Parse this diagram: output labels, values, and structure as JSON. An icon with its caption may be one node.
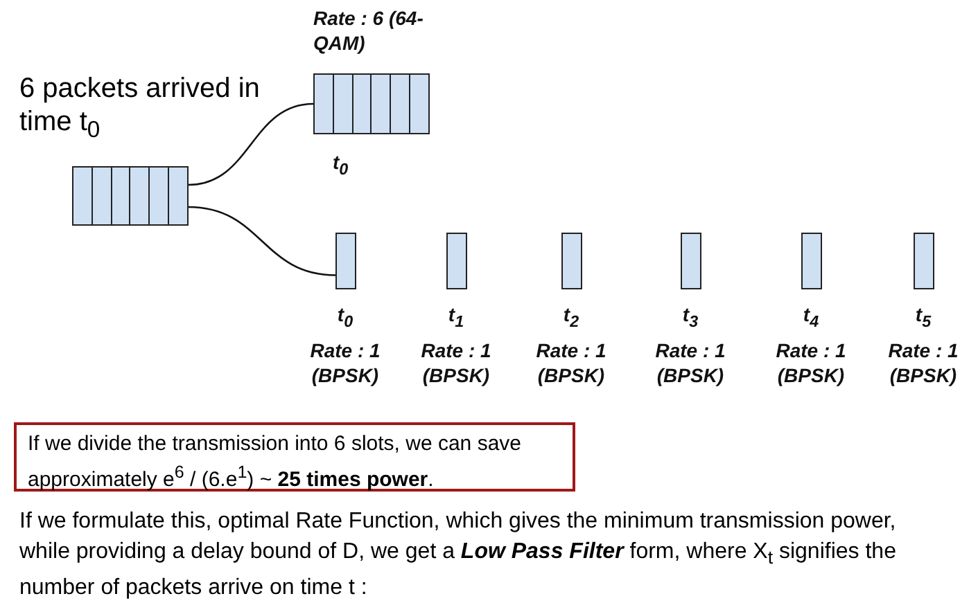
{
  "diagram": {
    "nodes": [
      {
        "text": [],
        "shape": "box",
        "beside": [
          "6 packets arrived in time t$_{0}$"
        ]
      },
      {
        "text": [],
        "shape": "box",
        "beside": [
          "Rate : 6 (64-QAM)",
          "t$_{0}$"
        ]
      },
      {
        "text": [],
        "shape": "bar",
        "beside": [
          "t$_{0}$",
          "Rate : 1 (BPSK)"
        ]
      },
      {
        "text": [],
        "shape": "bar",
        "beside": [
          "t$_{1}$",
          "Rate : 1 (BPSK)"
        ]
      },
      {
        "text": [],
        "shape": "bar",
        "beside": [
          "t$_{2}$",
          "Rate : 1 (BPSK)"
        ]
      },
      {
        "text": [],
        "shape": "bar",
        "beside": [
          "t$_{3}$",
          "Rate : 1 (BPSK)"
        ]
      },
      {
        "text": [],
        "shape": "bar",
        "beside": [
          "t$_{4}$",
          "Rate : 1 (BPSK)"
        ]
      },
      {
        "text": [],
        "shape": "bar",
        "beside": [
          "t$_{5}$",
          "Rate : 1 (BPSK)"
        ]
      },
      {
        "text": [
          "If we divide the transmission into 6 slots, we can save approximately e$^{6}$ / (6.e$^{1}$) ~ **25 times power**."
        ]
      }
    ],
    "edges": [
      {
        "from": 0,
        "to": 1,
        "arrow": "none"
      },
      {
        "from": 0,
        "to": 2,
        "arrow": "none"
      }
    ],
    "labels": [
      "If we formulate this, optimal Rate Function, which gives the minimum transmission power, while providing a delay bound of D, we get a **Low Pass Filter** form, where X$_{t}$ signifies the number of packets arrive on time t :"
    ]
  }
}
